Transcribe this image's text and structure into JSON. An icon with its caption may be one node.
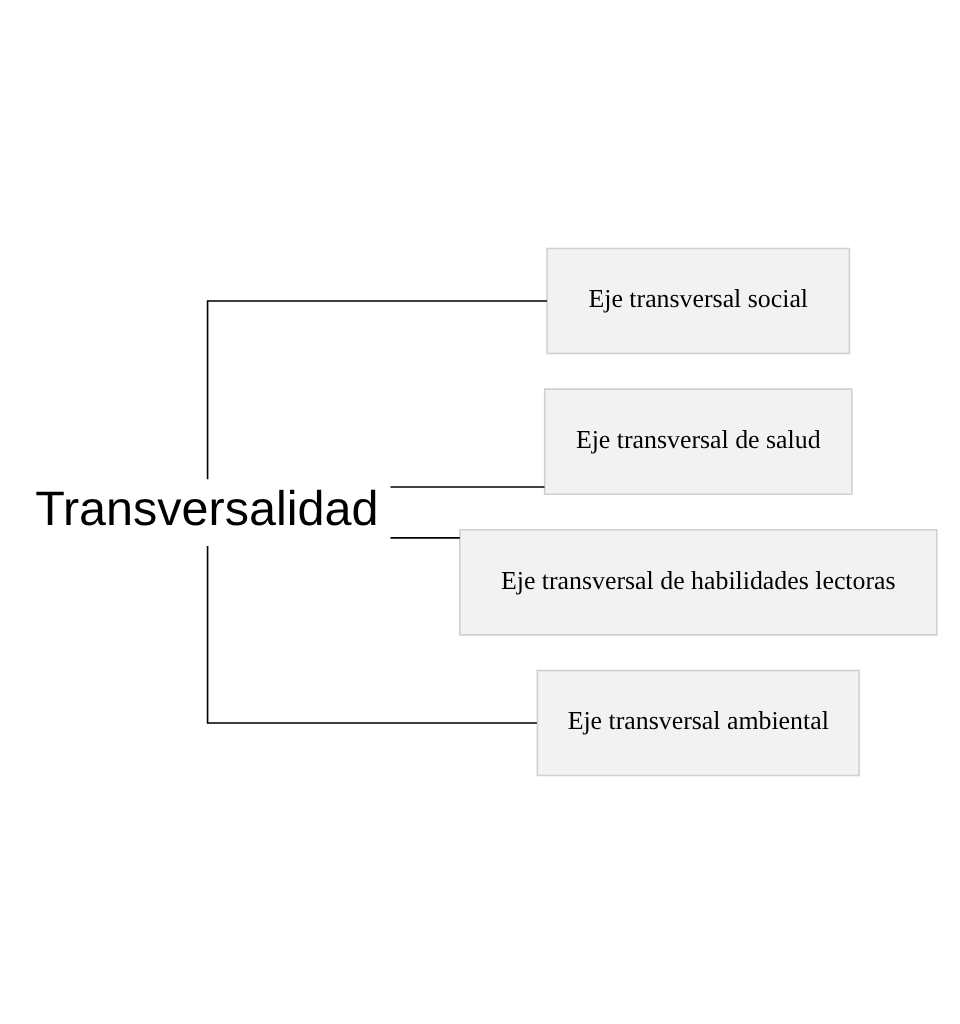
{
  "diagram": {
    "nodes": [
      {
        "text": [
          "Transversalidad"
        ]
      },
      {
        "text": [
          "Eje transversal social"
        ]
      },
      {
        "text": [
          "Eje transversal de salud"
        ]
      },
      {
        "text": [
          "Eje transversal de habilidades lectoras"
        ]
      },
      {
        "text": [
          "Eje transversal ambiental"
        ]
      }
    ],
    "edges": [
      {
        "from": 0,
        "to": 1,
        "arrow": "none"
      },
      {
        "from": 0,
        "to": 2,
        "arrow": "none"
      },
      {
        "from": 0,
        "to": 3,
        "arrow": "none"
      },
      {
        "from": 0,
        "to": 4,
        "arrow": "none"
      }
    ]
  }
}
